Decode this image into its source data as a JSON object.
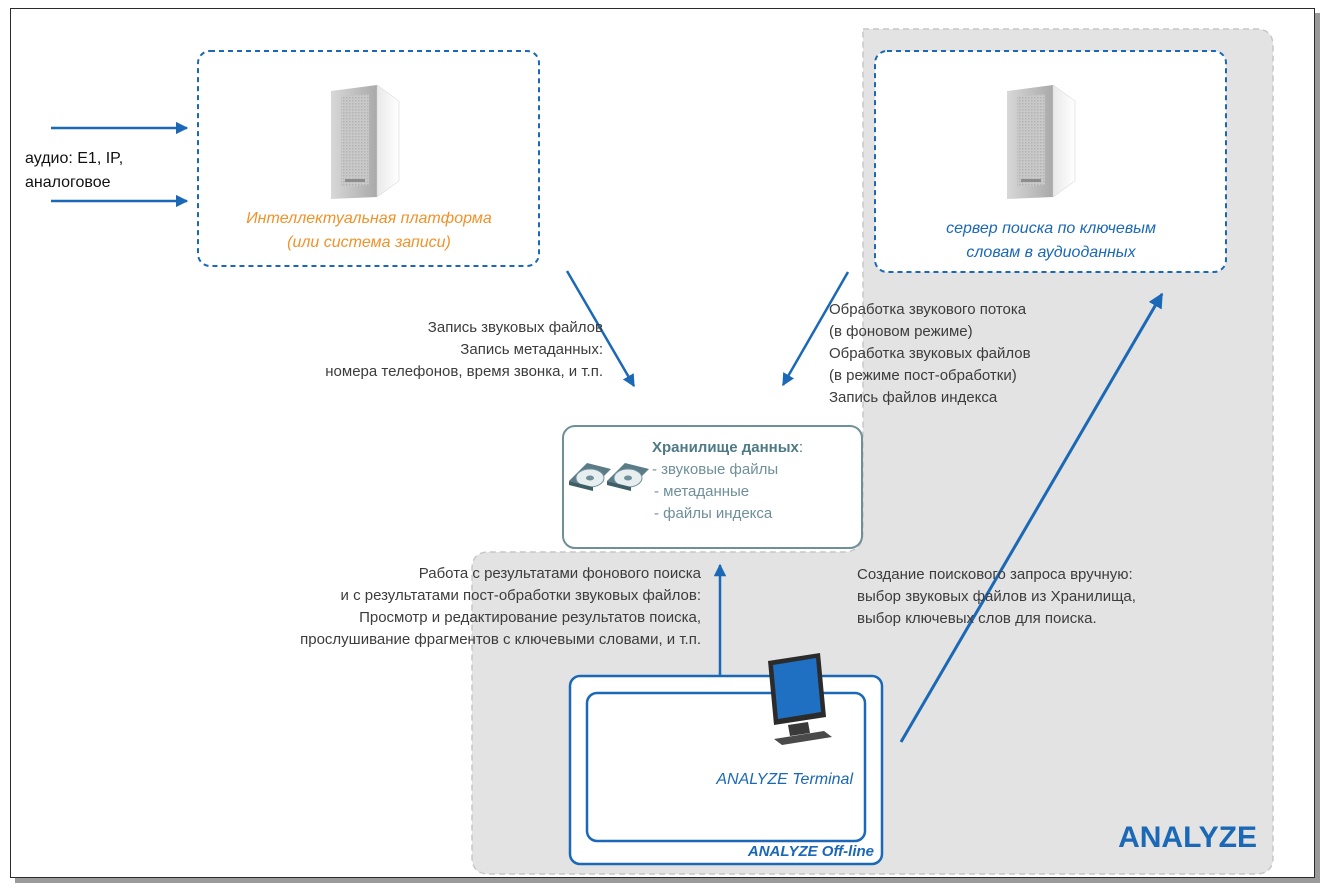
{
  "input_label": {
    "line1": "аудио: E1, IP,",
    "line2": "аналоговое"
  },
  "platform": {
    "line1": "Интеллектуальная платформа",
    "line2": "(или система записи)",
    "server_icon": "server-tower-icon"
  },
  "search_server": {
    "line1": "сервер поиска по ключевым",
    "line2": "словам в аудиоданных",
    "server_icon": "server-tower-icon"
  },
  "recording_note": {
    "line1": "Запись звуковых файлов",
    "line2": "Запись метаданных:",
    "line3": "номера телефонов, время звонка, и т.п."
  },
  "processing_note": {
    "line1": "Обработка звукового потока",
    "line2": "(в фоновом режиме)",
    "line3": "Обработка звуковых файлов",
    "line4": "(в режиме пост-обработки)",
    "line5": "Запись файлов индекса"
  },
  "storage": {
    "title": "Хранилище данных",
    "title_suffix": ":",
    "items": [
      "- звуковые файлы",
      "- метаданные",
      "- файлы индекса"
    ],
    "icon": "disk-case-icon"
  },
  "results_note": {
    "line1": "Работа с результатами фонового поиска",
    "line2": "и с результатами пост-обработки звуковых файлов:",
    "line3": "Просмотр и редактирование результатов поиска,",
    "line4": "прослушивание фрагментов с ключевыми словами, и т.п."
  },
  "query_note": {
    "line1": "Создание поискового запроса вручную:",
    "line2": "выбор звуковых файлов из Хранилища,",
    "line3": "выбор ключевых слов для поиска."
  },
  "terminal": {
    "label": "ANALYZE Terminal",
    "icon": "monitor-icon"
  },
  "offline": {
    "label": "ANALYZE Off-line"
  },
  "region": {
    "label": "ANALYZE"
  },
  "colors": {
    "blue": "#1a68b6",
    "orange": "#f0922a",
    "region_gray": "#e3e3e3",
    "storage_border": "#6f8f99"
  }
}
